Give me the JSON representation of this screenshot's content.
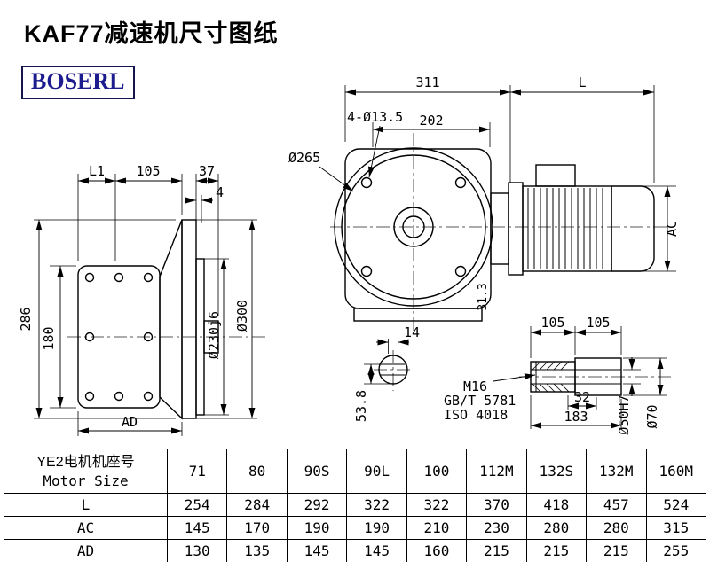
{
  "page": {
    "title": "KAF77减速机尺寸图纸",
    "brand": "BOSERL"
  },
  "drawing": {
    "front_view": {
      "width_311": "311",
      "motor_len": "L",
      "bolt_holes": "4-Ø13.5",
      "pitch_202": "202",
      "flange_dia": "Ø265",
      "motor_dia": "AC",
      "note_313": "31.3"
    },
    "side_view": {
      "l1": "L1",
      "len_105": "105",
      "len_37": "37",
      "len_4": "4",
      "height_286": "286",
      "height_180": "180",
      "ad": "AD",
      "pilot": "Ø230j6",
      "flange_od": "Ø300"
    },
    "shaft_section": {
      "key_14": "14",
      "depth_538": "53.8",
      "thread": "M16",
      "std1": "GB/T 5781",
      "std2": "ISO 4018"
    },
    "shaft_detail": {
      "len_a": "105",
      "len_b": "105",
      "key_32": "32",
      "total_183": "183",
      "bore": "Ø50H7",
      "od": "Ø70"
    }
  },
  "table": {
    "header_cn": "YE2电机机座号",
    "header_en": "Motor Size",
    "columns": [
      "71",
      "80",
      "90S",
      "90L",
      "100",
      "112M",
      "132S",
      "132M",
      "160M"
    ],
    "rows": [
      {
        "label": "L",
        "values": [
          "254",
          "284",
          "292",
          "322",
          "322",
          "370",
          "418",
          "457",
          "524"
        ]
      },
      {
        "label": "AC",
        "values": [
          "145",
          "170",
          "190",
          "190",
          "210",
          "230",
          "280",
          "280",
          "315"
        ]
      },
      {
        "label": "AD",
        "values": [
          "130",
          "135",
          "145",
          "145",
          "160",
          "215",
          "215",
          "215",
          "255"
        ]
      }
    ]
  }
}
